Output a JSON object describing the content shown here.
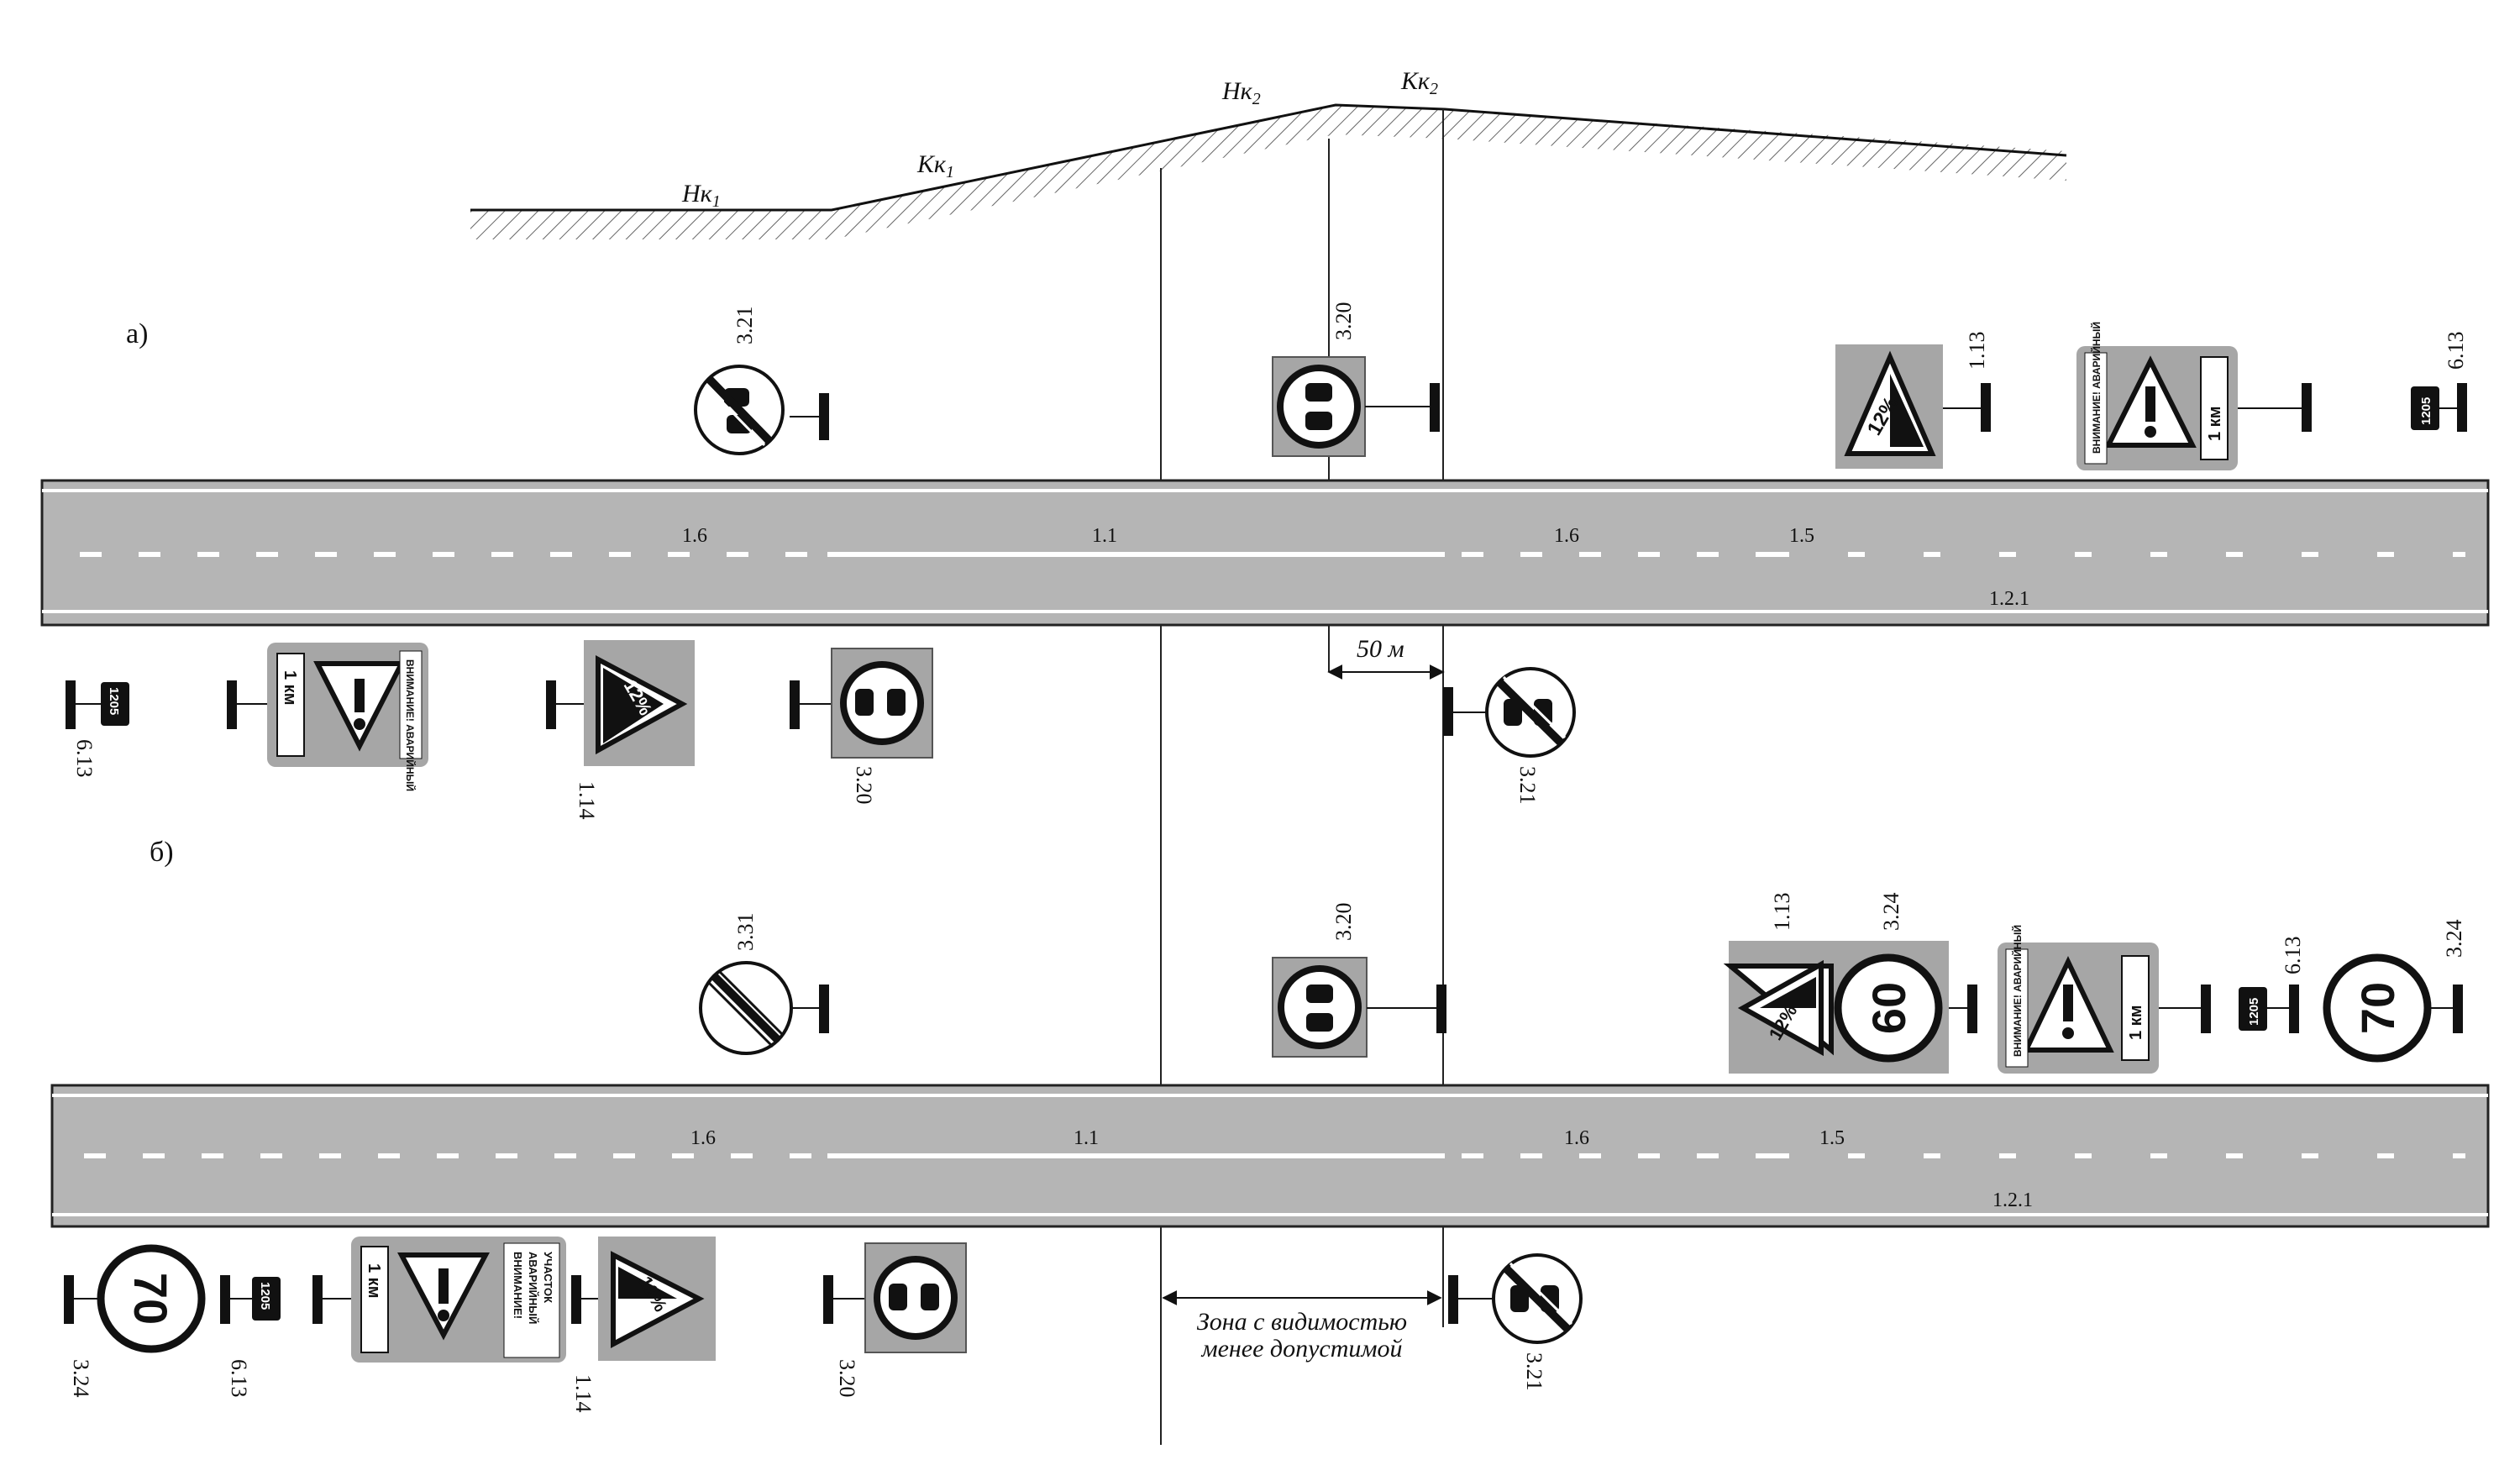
{
  "profile": {
    "labels": [
      "Нк",
      "Кк",
      "Нк",
      "Кк"
    ],
    "subscripts": [
      "1",
      "1",
      "2",
      "2"
    ]
  },
  "panels": {
    "a": "а)",
    "b": "б)"
  },
  "markings": {
    "m1_6": "1.6",
    "m1_1": "1.1",
    "m1_5": "1.5",
    "m1_2_1": "1.2.1"
  },
  "dimensions": {
    "fifty": "50 м",
    "zone_line1": "Зона с видимостью",
    "zone_line2": "менее допустимой"
  },
  "sign_codes": {
    "s3_21": "3.21",
    "s3_20": "3.20",
    "s1_13": "1.13",
    "s6_13": "6.13",
    "s1_14": "1.14",
    "s3_31": "3.31",
    "s3_24": "3.24"
  },
  "sign_text": {
    "km": "1 км",
    "warn1": "ВНИМАНИЕ!",
    "warn2": "АВАРИЙНЫЙ",
    "warn3": "УЧАСТОК",
    "km_post": "1205",
    "grade": "12%",
    "speed60": "60",
    "speed70": "70"
  }
}
